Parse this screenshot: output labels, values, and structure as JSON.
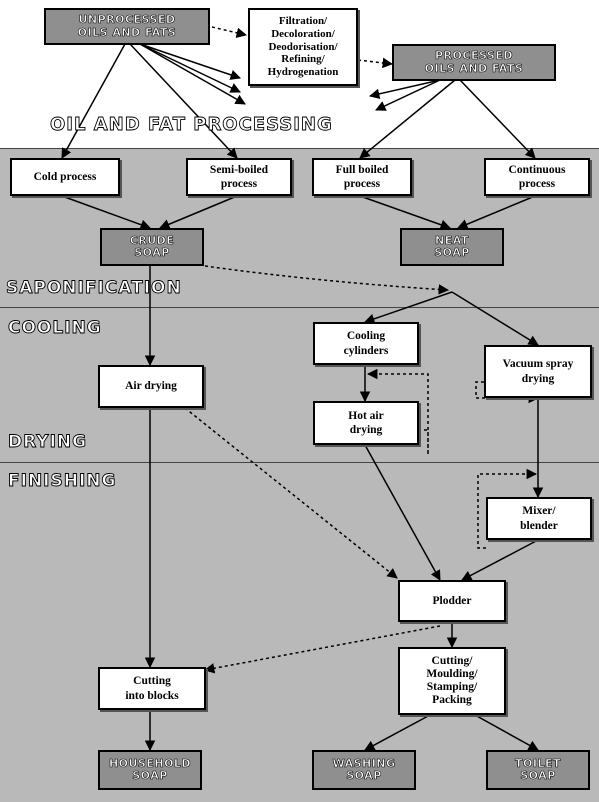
{
  "title": "OIL AND FAT PROCESSING",
  "stages": {
    "saponification": "SAPONIFICATION",
    "cooling": "COOLING",
    "drying": "DRYING",
    "finishing": "FINISHING"
  },
  "inputs": {
    "unprocessed": "UNPROCESSED\nOILS AND FATS",
    "processed": "PROCESSED\nOILS AND FATS",
    "treatment": "Filtration/\nDecoloration/\nDeodorisation/\nRefining/\nHydrogenation"
  },
  "processes": {
    "cold": "Cold process",
    "semi_boiled": "Semi-boiled\nprocess",
    "full_boiled": "Full boiled\nprocess",
    "continuous": "Continuous\nprocess"
  },
  "soaps_intermediate": {
    "crude": "CRUDE\nSOAP",
    "neat": "NEAT\nSOAP"
  },
  "steps": {
    "air_drying": "Air drying",
    "cooling_cylinders": "Cooling\ncylinders",
    "hot_air_drying": "Hot air\ndrying",
    "vacuum_spray_drying": "Vacuum spray\ndrying",
    "mixer_blender": "Mixer/\nblender",
    "plodder": "Plodder",
    "cutting_blocks": "Cutting\ninto blocks",
    "cutting_moulding": "Cutting/\nMoulding/\nStamping/\nPacking"
  },
  "products": {
    "household": "HOUSEHOLD\nSOAP",
    "washing": "WASHING\nSOAP",
    "toilet": "TOILET\nSOAP"
  }
}
